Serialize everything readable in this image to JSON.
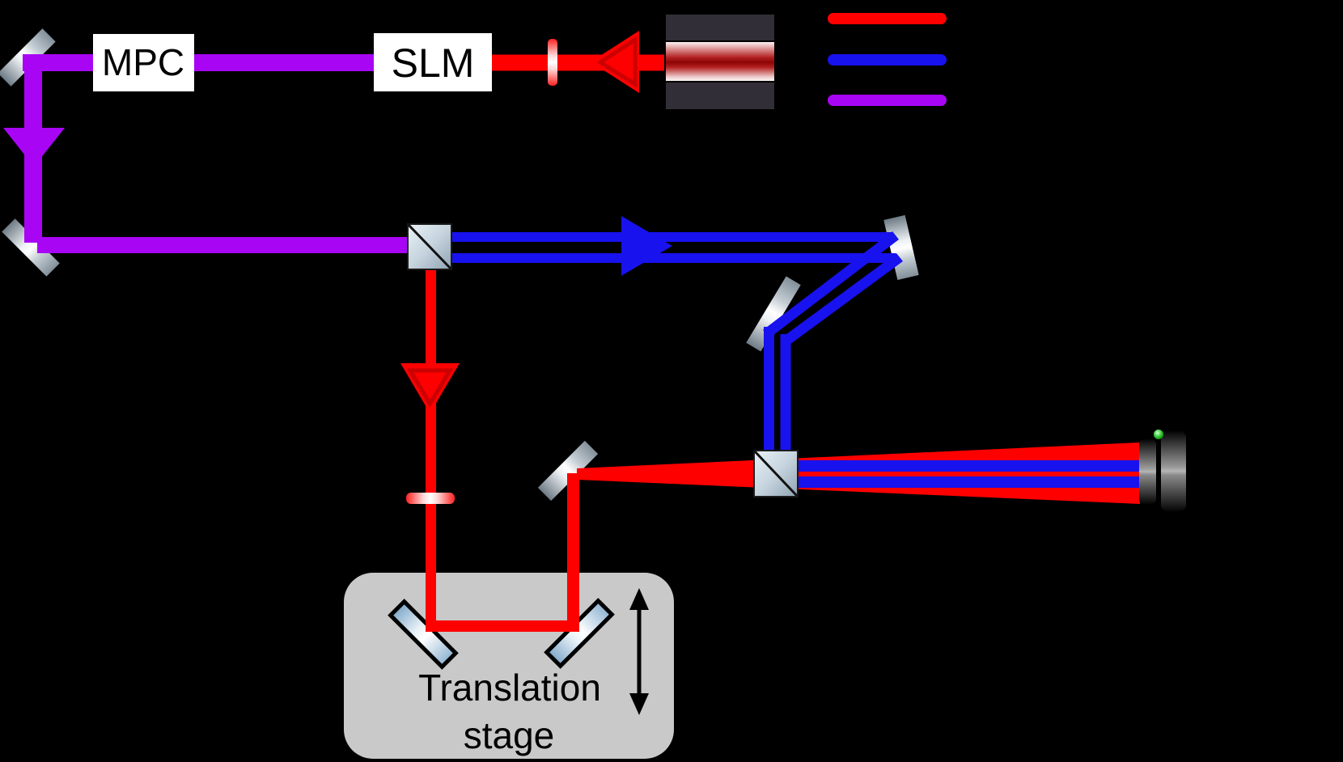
{
  "diagram": {
    "type": "optical-setup-schematic",
    "background": "#000000",
    "colors": {
      "red": "#ff0000",
      "blue": "#1812ee",
      "purple": "#a805f5",
      "stage_gray": "#c9c9c9",
      "laser_dark": "#322e37",
      "box_white": "#ffffff",
      "text_black": "#000000",
      "mirror_silver": "#c3ccd3",
      "led_green": "#27c427"
    },
    "boxes": {
      "mpc": "MPC",
      "slm": "SLM"
    },
    "stage": {
      "label_line1": "Translation",
      "label_line2": "stage"
    },
    "legend": {
      "items": [
        {
          "name": "red-beam",
          "color": "#ff0000"
        },
        {
          "name": "blue-beam",
          "color": "#1812ee"
        },
        {
          "name": "purple-beam",
          "color": "#a805f5"
        }
      ]
    },
    "components": [
      {
        "name": "laser",
        "type": "source"
      },
      {
        "name": "optical-isolator-arrow",
        "type": "beam-direction-arrow"
      },
      {
        "name": "lens-vertical",
        "type": "lens"
      },
      {
        "name": "slm",
        "type": "spatial-light-modulator"
      },
      {
        "name": "mpc",
        "type": "multi-pass-cell"
      },
      {
        "name": "steering-mirror",
        "type": "mirror",
        "count": 7
      },
      {
        "name": "beam-splitter-cube",
        "type": "beam-splitter",
        "count": 2
      },
      {
        "name": "lens-horizontal",
        "type": "lens"
      },
      {
        "name": "translation-stage",
        "type": "delay-stage"
      },
      {
        "name": "camera",
        "type": "detector"
      }
    ]
  }
}
